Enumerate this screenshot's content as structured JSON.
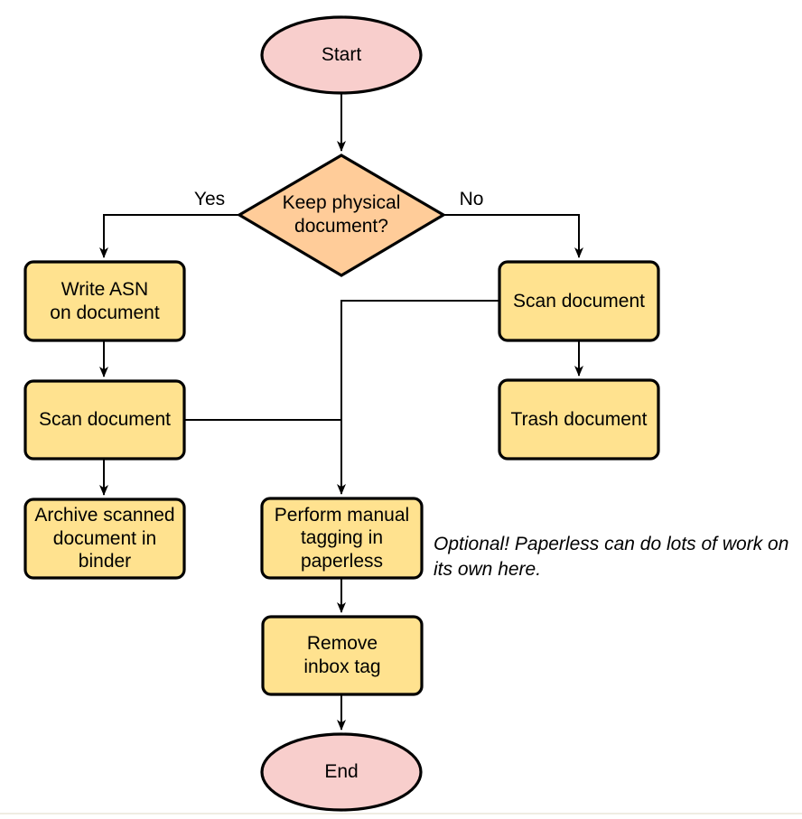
{
  "colors": {
    "background": "#ffffff",
    "terminator_fill": "#f8cecc",
    "decision_fill": "#ffcc99",
    "process_fill": "#ffe28f",
    "stroke": "#000000",
    "connector": "#000000",
    "text": "#000000"
  },
  "flowchart": {
    "nodes": {
      "start": {
        "label": "Start",
        "type": "terminator"
      },
      "decision": {
        "label": "Keep physical\ndocument?",
        "type": "decision"
      },
      "write_asn": {
        "label": "Write ASN\non document",
        "type": "process"
      },
      "scan_left": {
        "label": "Scan document",
        "type": "process"
      },
      "archive": {
        "label": "Archive scanned\ndocument in\nbinder",
        "type": "process"
      },
      "scan_right": {
        "label": "Scan document",
        "type": "process"
      },
      "trash": {
        "label": "Trash document",
        "type": "process"
      },
      "perform_tagging": {
        "label": "Perform manual\ntagging in\npaperless",
        "type": "process"
      },
      "remove_inbox": {
        "label": "Remove\ninbox tag",
        "type": "process"
      },
      "end": {
        "label": "End",
        "type": "terminator"
      }
    },
    "edge_labels": {
      "yes": "Yes",
      "no": "No"
    },
    "note": "Optional! Paperless can do lots of work on\nits own here."
  }
}
